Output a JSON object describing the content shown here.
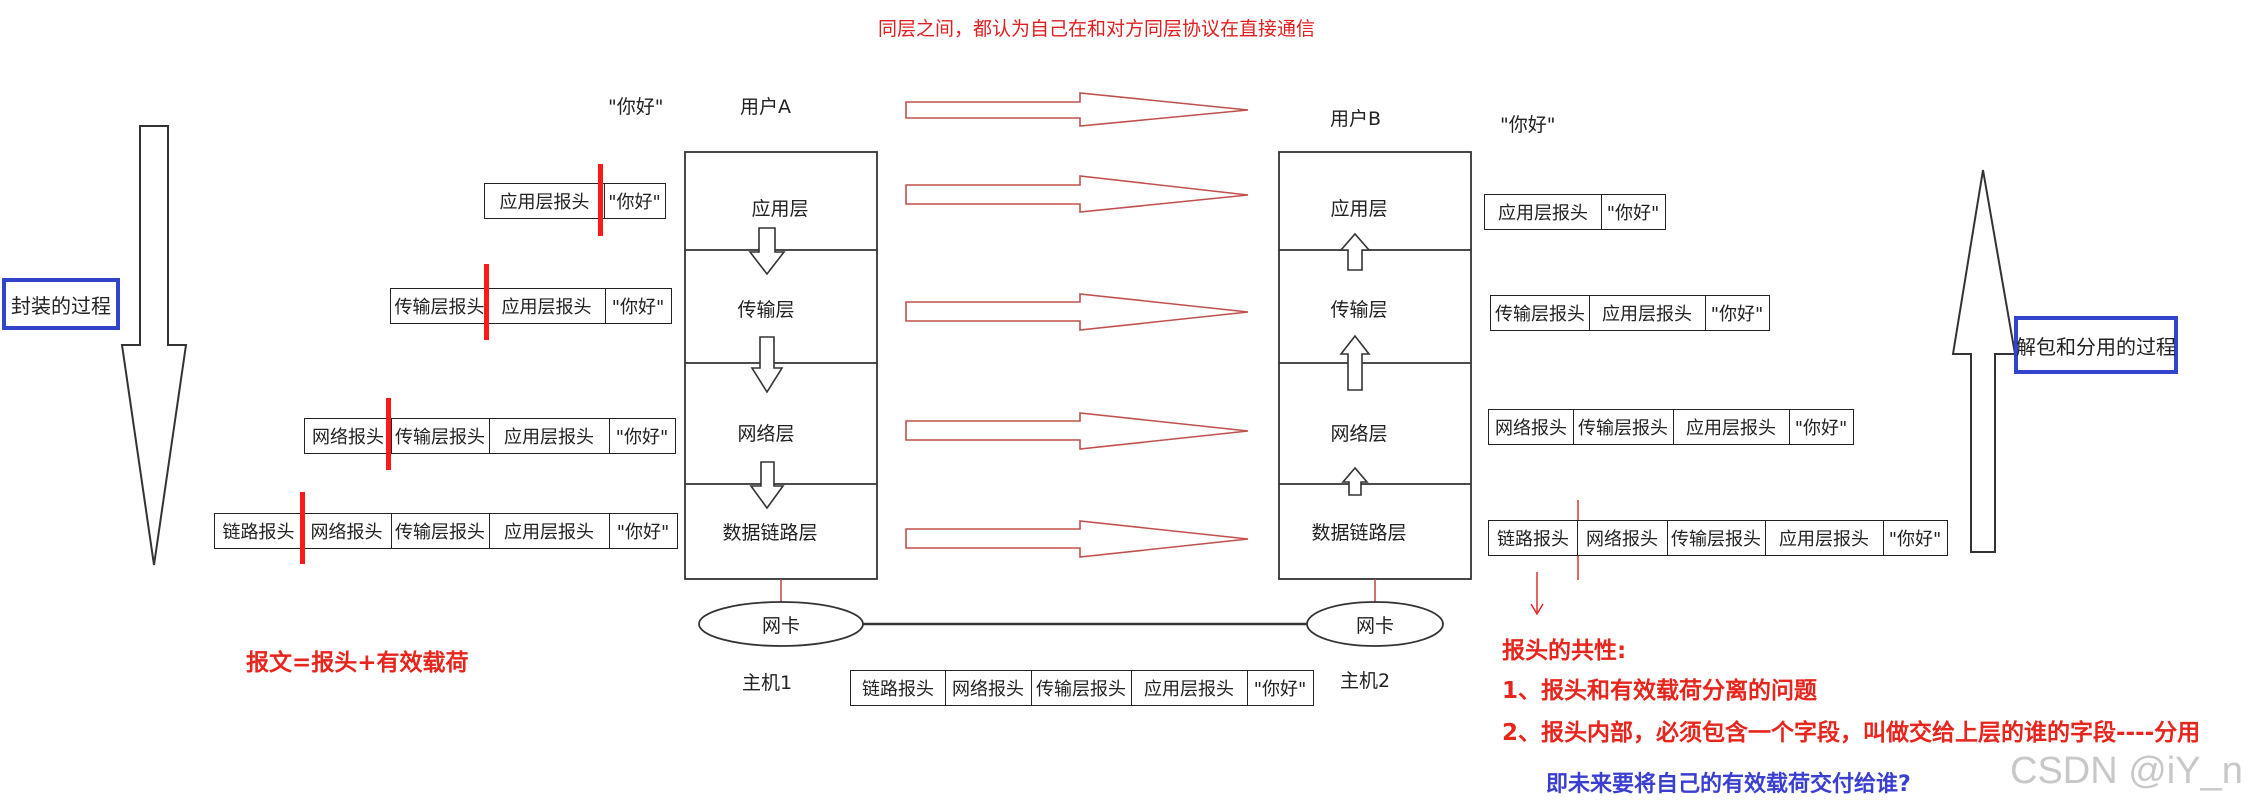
{
  "top_note": "同层之间，都认为自己在和对方同层协议在直接通信",
  "user_a": "用户A",
  "user_b": "用户B",
  "msg_left": "\"你好\"",
  "msg_right": "\"你好\"",
  "host_a": {
    "layers": [
      "应用层",
      "传输层",
      "网络层",
      "数据链路层"
    ],
    "nic": "网卡",
    "label": "主机1"
  },
  "host_b": {
    "layers": [
      "应用层",
      "传输层",
      "网络层",
      "数据链路层"
    ],
    "nic": "网卡",
    "label": "主机2"
  },
  "encap_label": "封装的过程",
  "decap_label": "解包和分用的过程",
  "headers": {
    "link": "链路报头",
    "net": "网络报头",
    "trans": "传输层报头",
    "app": "应用层报头",
    "payload": "\"你好\""
  },
  "message_formula": "报文=报头+有效载荷",
  "notes": {
    "title": "报头的共性:",
    "item1": "1、报头和有效载荷分离的问题",
    "item2": "2、报头内部，必须包含一个字段，叫做交给上层的谁的字段----分用",
    "question": "即未来要将自己的有效载荷交付给谁?"
  },
  "watermark": "CSDN @iY_n",
  "colors": {
    "accent_red": "#e8251d",
    "separator_red": "#ff1a1a",
    "label_border_blue": "#3344cc",
    "question_blue": "#3a3fd0",
    "peer_arrow": "#c0504d"
  }
}
